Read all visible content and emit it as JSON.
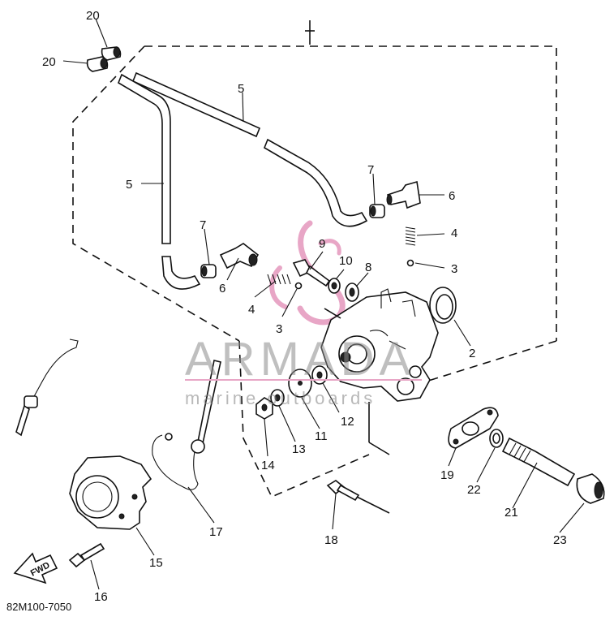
{
  "drawing_code": "82M100-7050",
  "arrow_label": "FWD",
  "watermark": {
    "brand": "ARMADA",
    "tagline": "marine outboards"
  },
  "colors": {
    "ink": "#111111",
    "watermark_pink": "#e8a6c6",
    "watermark_gray": "#8a8a8a"
  },
  "callouts": [
    "20",
    "20",
    "5",
    "5",
    "7",
    "6",
    "4",
    "3",
    "7",
    "6",
    "9",
    "10",
    "8",
    "4",
    "3",
    "2",
    "12",
    "11",
    "13",
    "14",
    "19",
    "22",
    "21",
    "23",
    "18",
    "17",
    "15",
    "16"
  ]
}
